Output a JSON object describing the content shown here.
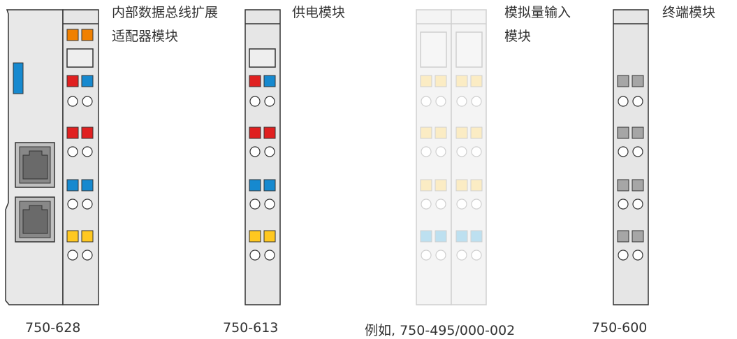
{
  "modules": [
    {
      "id": "coupler",
      "part": "750-628",
      "name_lines": [
        "内部数据总线扩展",
        "适配器模块"
      ]
    },
    {
      "id": "supply",
      "part": "750-613",
      "name_lines": [
        "供电模块"
      ]
    },
    {
      "id": "analog",
      "part": "例如, 750-495/000-002",
      "name_lines": [
        "模拟量输入",
        "模块"
      ]
    },
    {
      "id": "end",
      "part": "750-600",
      "name_lines": [
        "终端模块"
      ]
    }
  ],
  "colors": {
    "body": "#e6e6e6",
    "outline": "#333333",
    "orange": "#f08000",
    "red": "#e02020",
    "blue": "#1689cf",
    "yellow": "#ffc820",
    "gray": "#a6a6a6",
    "faded_yellow": "#fbecc4",
    "faded_blue": "#bde0f0",
    "faded_outline": "#cfcfcf",
    "text": "#333333"
  }
}
